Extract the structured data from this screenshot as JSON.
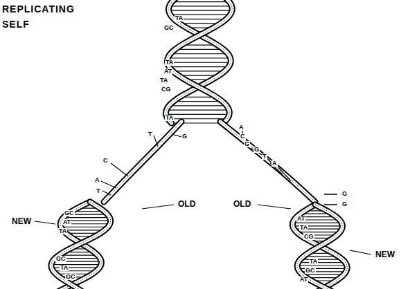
{
  "diagram": {
    "title": "REPLICATING SELF",
    "labels": [
      "TA",
      "GC",
      "TA",
      "AT",
      "TA",
      "CG",
      "TA",
      "T",
      "G",
      "C",
      "A",
      "T",
      "A",
      "C",
      "G",
      "G",
      "T",
      "A",
      "G",
      "G",
      "OLD",
      "OLD",
      "NEW",
      "NEW",
      "GC",
      "AT",
      "TA",
      "GC",
      "TA",
      "GC",
      "AT",
      "TA",
      "CG",
      "TA",
      "GC",
      "AT"
    ]
  }
}
